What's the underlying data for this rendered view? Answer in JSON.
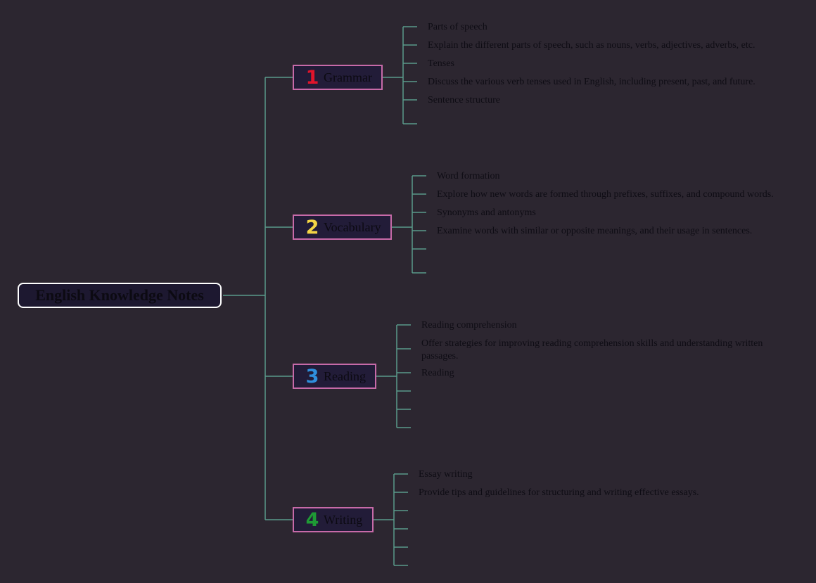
{
  "title": "English Knowledge Notes",
  "colors": {
    "background": "#2c2630",
    "connector": "#5a9a8a",
    "branch_border": "#c76aa8",
    "num_1": "#e0142b",
    "num_2": "#f4d545",
    "num_3": "#2f8fdc",
    "num_4": "#1f9a35"
  },
  "branches": [
    {
      "number": "1",
      "label": "Grammar",
      "items": [
        "Parts of speech",
        "Explain the different parts of speech, such as nouns, verbs, adjectives, adverbs, etc.",
        "Tenses",
        "Discuss the various verb tenses used in English, including present, past, and future.",
        "Sentence structure",
        ""
      ]
    },
    {
      "number": "2",
      "label": "Vocabulary",
      "items": [
        "Word formation",
        "Explore how new words are formed through prefixes, suffixes, and compound words.",
        "Synonyms and antonyms",
        "Examine words with similar or opposite meanings, and their usage in sentences.",
        "",
        ""
      ]
    },
    {
      "number": "3",
      "label": "Reading",
      "items": [
        "Reading comprehension",
        "Offer strategies for improving reading comprehension skills and understanding written passages.",
        "Reading",
        "",
        "",
        ""
      ]
    },
    {
      "number": "4",
      "label": "Writing",
      "items": [
        "Essay writing",
        "Provide tips and guidelines for structuring and writing effective essays.",
        "",
        "",
        "",
        ""
      ]
    }
  ]
}
